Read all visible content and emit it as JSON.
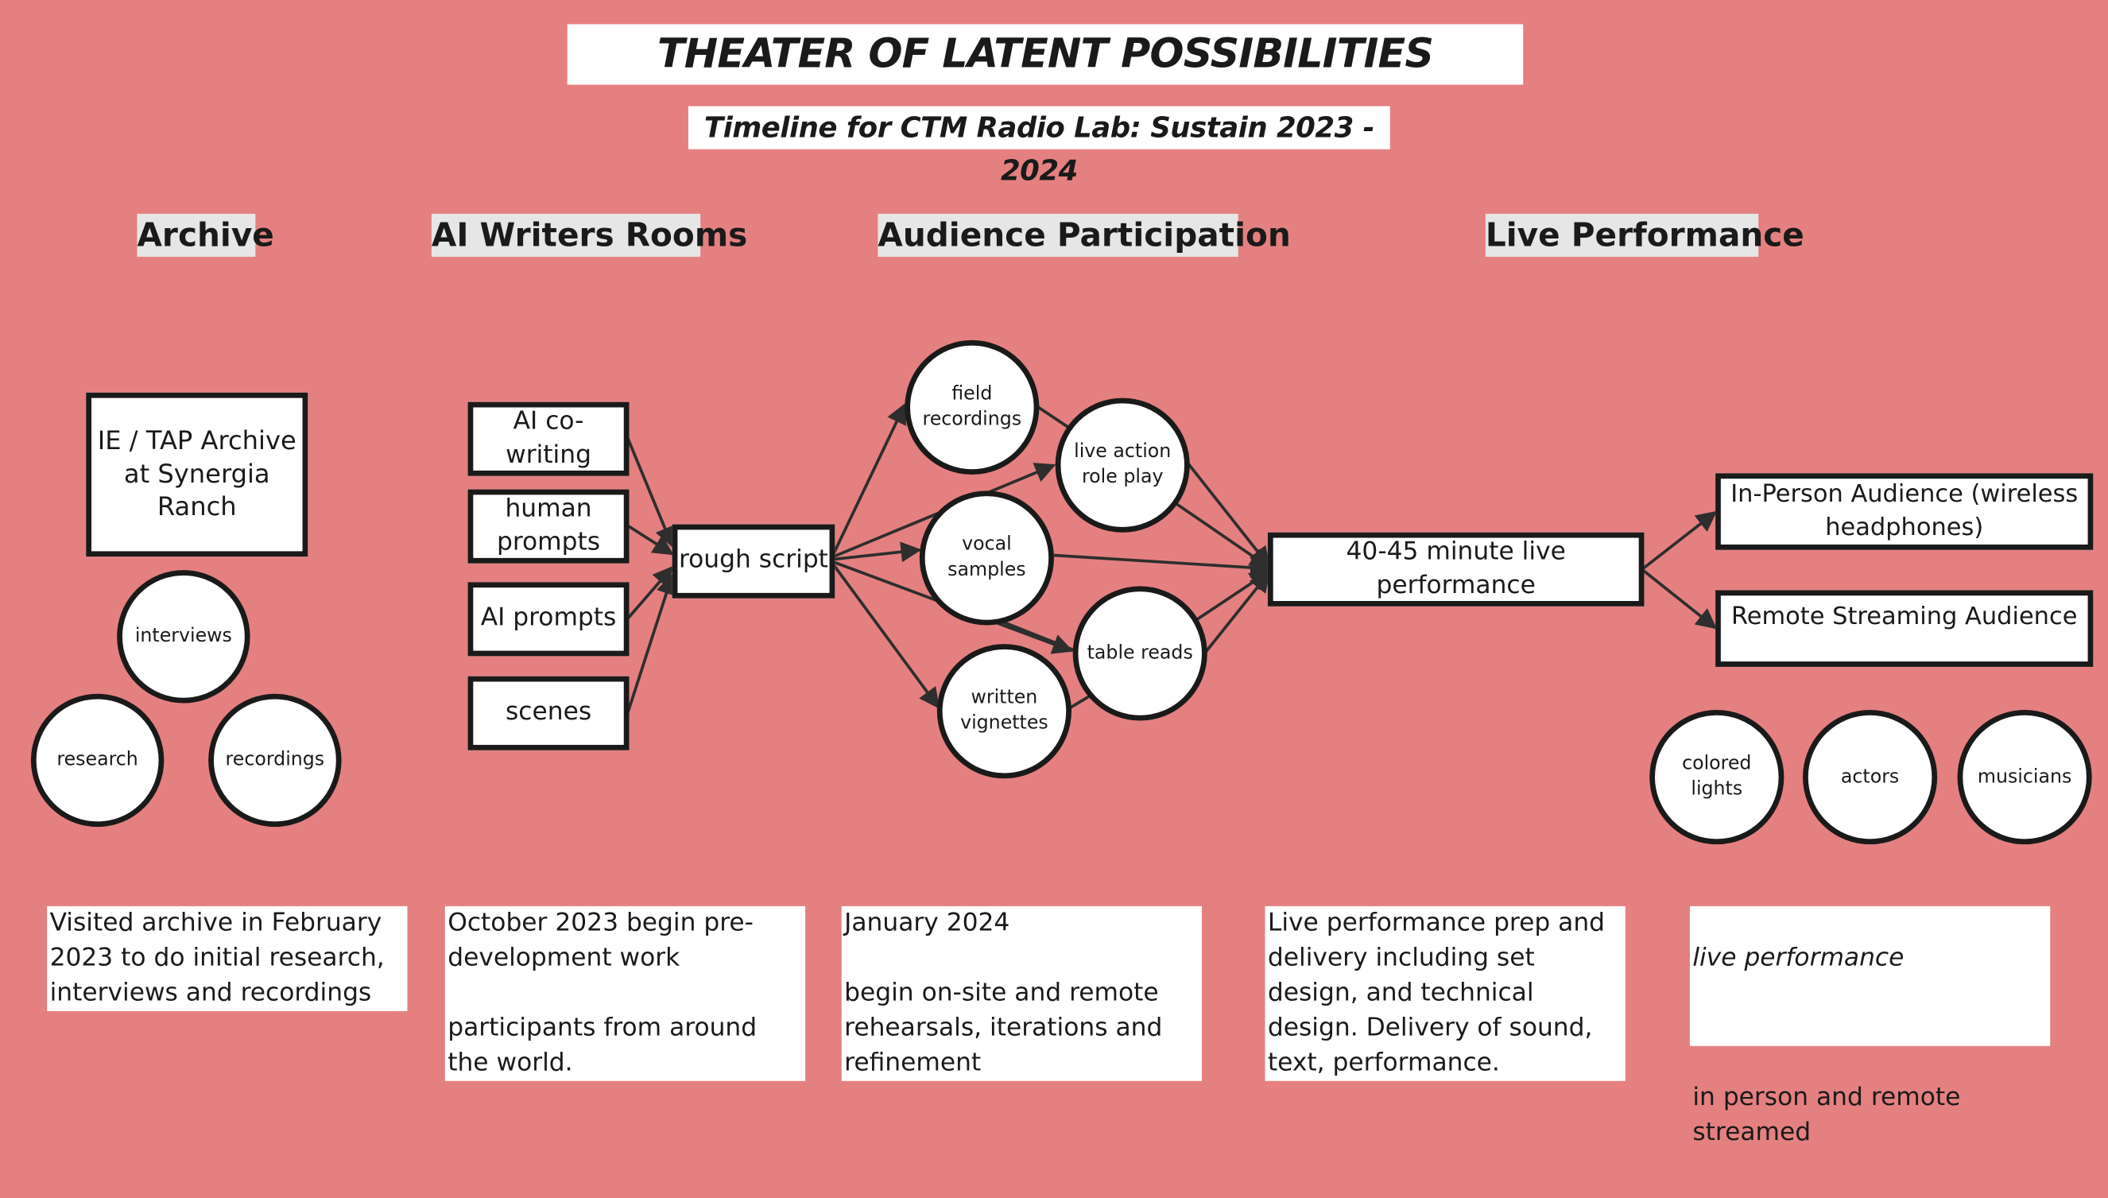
{
  "header": {
    "title": "THEATER OF LATENT POSSIBILITIES",
    "subtitle": "Timeline for CTM Radio Lab: Sustain 2023 -  2024"
  },
  "columns": {
    "archive": "Archive",
    "writers": "AI Writers Rooms",
    "audience": "Audience Participation",
    "live": "Live Performance"
  },
  "archive": {
    "box": "IE / TAP Archive at Synergia Ranch",
    "circles": [
      "interviews",
      "research",
      "recordings"
    ]
  },
  "writers": {
    "inputs": [
      "AI co-writing",
      "human prompts",
      "AI prompts",
      "scenes"
    ],
    "output": "rough script"
  },
  "participation": {
    "field": "field recordings",
    "vocal": "vocal samples",
    "written": "written vignettes",
    "live_action": "live action role play",
    "table": "table reads"
  },
  "performance": {
    "main": "40-45 minute live performance",
    "in_person": "In-Person Audience (wireless headphones)",
    "remote": "Remote Streaming Audience",
    "circles": [
      "colored lights",
      "actors",
      "musicians"
    ]
  },
  "notes": {
    "archive": "Visited archive in February 2023 to do initial research, interviews and recordings",
    "writers": "October 2023 begin pre-development work\n\nparticipants from around the world.",
    "audience": "January 2024\n\nbegin on-site and remote rehearsals, iterations and refinement",
    "prep": "Live performance prep and delivery including set design, and technical design. Delivery of sound, text, performance.",
    "live_title": "live performance",
    "live_body": "in person and remote streamed"
  },
  "colors": {
    "background": "#e58080",
    "stroke": "#1a1a1a",
    "heading_bg": "#e6e6e6"
  }
}
